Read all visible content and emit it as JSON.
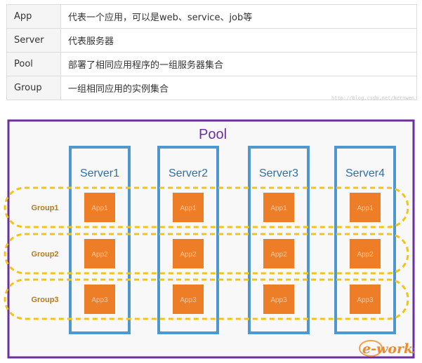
{
  "table": {
    "rows": [
      {
        "key": "App",
        "value": "代表一个应用，可以是web、service、job等"
      },
      {
        "key": "Server",
        "value": "代表服务器"
      },
      {
        "key": "Pool",
        "value": "部署了相同应用程序的一组服务器集合"
      },
      {
        "key": "Group",
        "value": "一组相同应用的实例集合"
      }
    ]
  },
  "watermark": "http://blog.csdn.net/kernwen",
  "diagram": {
    "pool_label": "Pool",
    "servers": [
      "Server1",
      "Server2",
      "Server3",
      "Server4"
    ],
    "groups": [
      "Group1",
      "Group2",
      "Group3"
    ],
    "apps": [
      "App1",
      "App2",
      "App3"
    ],
    "colors": {
      "pool_border": "#6b2fa0",
      "pool_fill": "#f8f8f8",
      "server_border": "#4f97cf",
      "server_text": "#2c6fad",
      "group_border": "#f2c418",
      "group_text": "#b07a26",
      "app_fill": "#ee7d27",
      "app_text": "#f6c9a3"
    }
  },
  "logo": {
    "text": "e-works",
    "color": "#f08a24"
  }
}
